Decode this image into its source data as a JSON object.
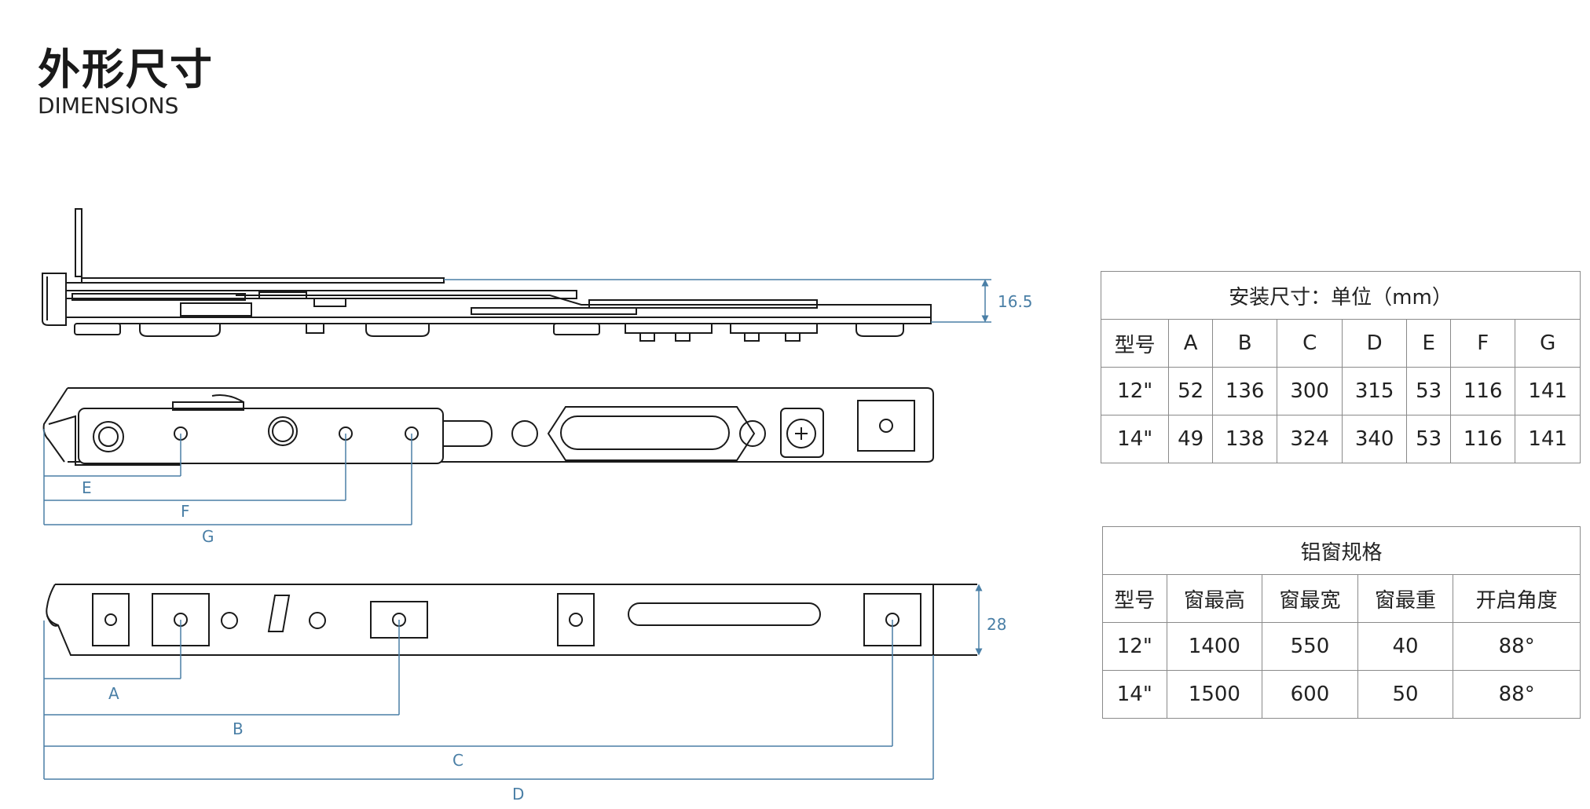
{
  "header": {
    "title": "外形尺寸",
    "subtitle": "DIMENSIONS"
  },
  "diagram": {
    "dim_labels": {
      "e": "E",
      "f": "F",
      "g": "G",
      "a": "A",
      "b": "B",
      "c": "C",
      "d": "D",
      "h_top": "16.5",
      "h_bottom": "28"
    },
    "line_color": "#1a1a1a",
    "dim_color": "#4a7fa6"
  },
  "install_table": {
    "title": "安装尺寸：单位（mm）",
    "headers": [
      "型号",
      "A",
      "B",
      "C",
      "D",
      "E",
      "F",
      "G"
    ],
    "rows": [
      [
        "12\"",
        "52",
        "136",
        "300",
        "315",
        "53",
        "116",
        "141"
      ],
      [
        "14\"",
        "49",
        "138",
        "324",
        "340",
        "53",
        "116",
        "141"
      ]
    ]
  },
  "window_table": {
    "title": "铝窗规格",
    "headers": [
      "型号",
      "窗最高",
      "窗最宽",
      "窗最重",
      "开启角度"
    ],
    "rows": [
      [
        "12\"",
        "1400",
        "550",
        "40",
        "88°"
      ],
      [
        "14\"",
        "1500",
        "600",
        "50",
        "88°"
      ]
    ]
  }
}
